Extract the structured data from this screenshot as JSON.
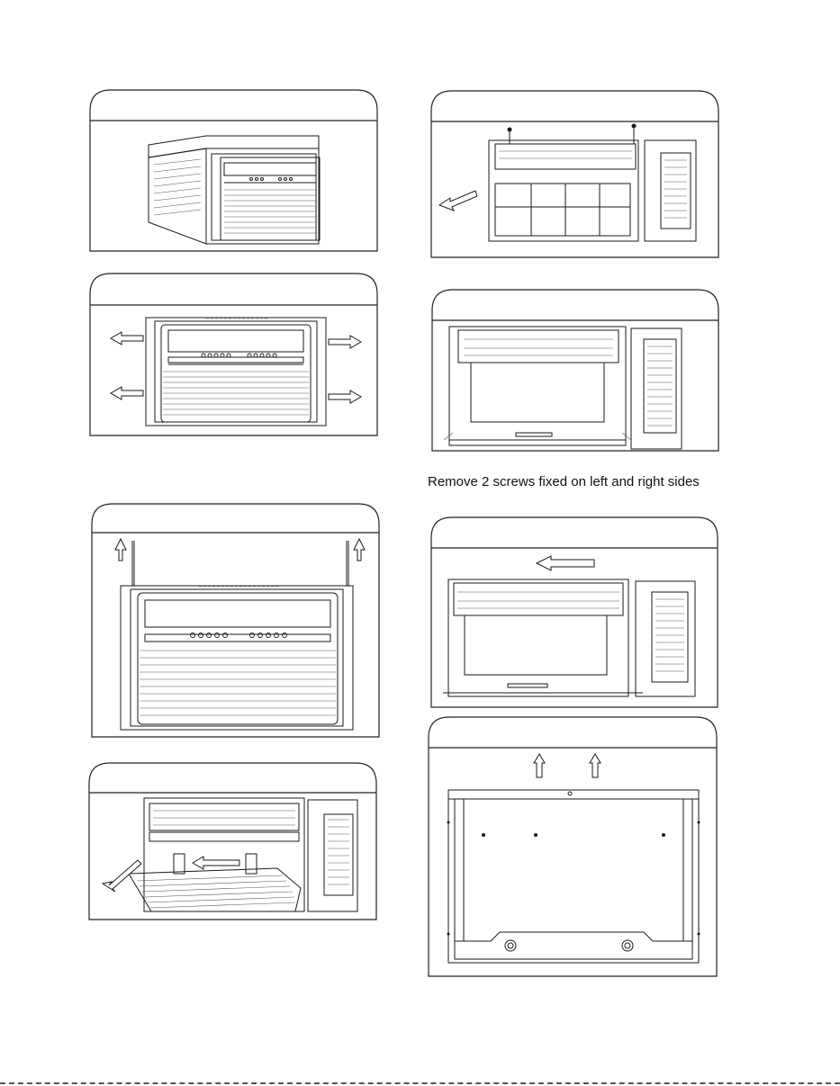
{
  "page": {
    "caption": "Remove 2 screws fixed on left and right sides"
  },
  "panels": [
    {
      "name": "step-panel-unit-overview",
      "icon": "air-conditioner-unit-icon"
    },
    {
      "name": "step-panel-remove-side-panels",
      "icon": "front-panel-side-arrows-icon"
    },
    {
      "name": "step-panel-pull-out-rails",
      "icon": "front-panel-up-arrows-icon"
    },
    {
      "name": "step-panel-open-front-grille",
      "icon": "open-grille-icon"
    },
    {
      "name": "step-panel-remove-top-screws",
      "icon": "chassis-top-screws-icon"
    },
    {
      "name": "step-panel-side-screws",
      "icon": "chassis-side-screws-icon"
    },
    {
      "name": "step-panel-slide-chassis-out",
      "icon": "chassis-slide-arrow-icon"
    },
    {
      "name": "step-panel-cabinet-shell",
      "icon": "cabinet-shell-icon"
    }
  ],
  "colors": {
    "line": "#1a1a1a",
    "header_line": "#222222"
  }
}
